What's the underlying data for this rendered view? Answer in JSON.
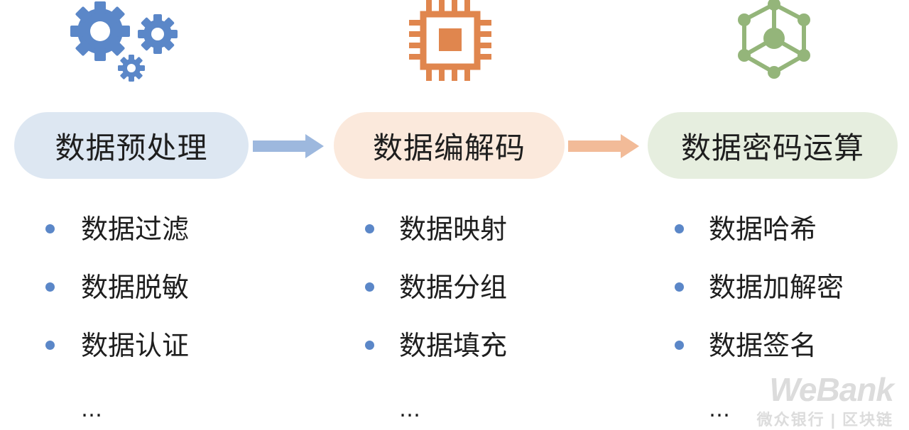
{
  "columns": [
    {
      "title": "数据预处理",
      "icon": "gears-icon",
      "color": "#5b87c8",
      "pill_bg": "#dde7f2",
      "items": [
        "数据过滤",
        "数据脱敏",
        "数据认证"
      ],
      "ellipsis": "…"
    },
    {
      "title": "数据编解码",
      "icon": "chip-icon",
      "color": "#e0864e",
      "pill_bg": "#fbe9dc",
      "items": [
        "数据映射",
        "数据分组",
        "数据填充"
      ],
      "ellipsis": "…"
    },
    {
      "title": "数据密码运算",
      "icon": "network-cube-icon",
      "color": "#94b57a",
      "pill_bg": "#e6eedf",
      "items": [
        "数据哈希",
        "数据加解密",
        "数据签名"
      ],
      "ellipsis": "…"
    }
  ],
  "arrows": [
    {
      "from": "数据预处理",
      "to": "数据编解码",
      "color": "#9db8de"
    },
    {
      "from": "数据编解码",
      "to": "数据密码运算",
      "color": "#f2bb98"
    }
  ],
  "watermark": {
    "brand": "WeBank",
    "subtitle": "微众银行 | 区块链"
  }
}
